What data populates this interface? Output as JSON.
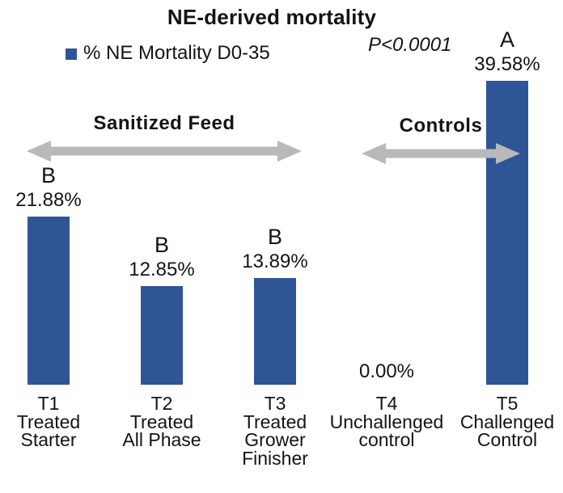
{
  "chart_data": {
    "type": "bar",
    "title": "NE-derived mortality",
    "legend": [
      {
        "label": "% NE Mortality D0-35",
        "color": "#2F5597"
      }
    ],
    "legend_position": "top-left",
    "p_value": "P<0.0001",
    "grid": false,
    "axes_shown": false,
    "ylim": [
      0,
      42
    ],
    "categories": [
      {
        "id": "t1",
        "lines": [
          "T1",
          "Treated",
          "Starter"
        ]
      },
      {
        "id": "t2",
        "lines": [
          "T2",
          "Treated",
          "All Phase"
        ]
      },
      {
        "id": "t3",
        "lines": [
          "T3",
          "Treated",
          "Grower",
          "Finisher"
        ]
      },
      {
        "id": "t4",
        "lines": [
          "T4",
          "Unchallenged",
          "control"
        ]
      },
      {
        "id": "t5",
        "lines": [
          "T5",
          "Challenged",
          "Control"
        ]
      }
    ],
    "values": [
      21.88,
      12.85,
      13.89,
      0,
      39.58
    ],
    "value_labels": [
      "21.88%",
      "12.85%",
      "13.89%",
      "0.00%",
      "39.58%"
    ],
    "sig_letters": [
      "B",
      "B",
      "B",
      "",
      "A"
    ],
    "groups": [
      {
        "label": "Sanitized Feed",
        "covers": [
          "T1",
          "T2",
          "T3"
        ]
      },
      {
        "label": "Controls",
        "covers": [
          "T4",
          "T5"
        ]
      }
    ]
  },
  "colors": {
    "bar": "#2F5597",
    "arrow": "#B9B9B9",
    "text": "#141414"
  }
}
